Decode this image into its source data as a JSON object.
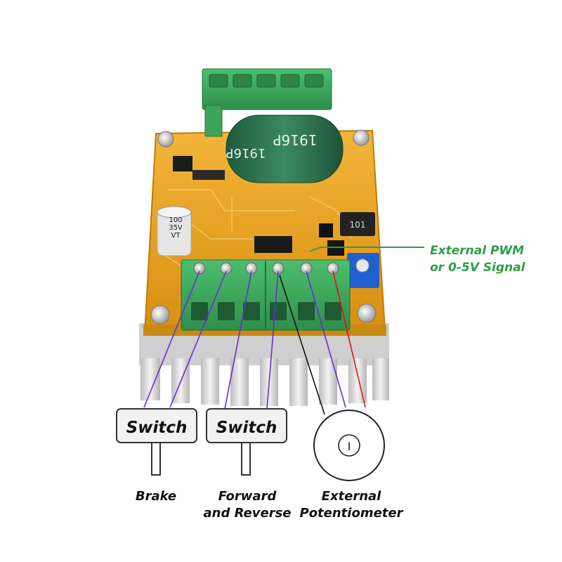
{
  "board": {
    "capacitor_large_text": "1916P",
    "capacitor_small_lines": [
      "100",
      "35V",
      "VT"
    ],
    "inductor_text": "101"
  },
  "callout": {
    "text_line1": "External PWM",
    "text_line2": "or 0-5V Signal",
    "color": "#2e9e47"
  },
  "switches": [
    {
      "label": "Switch"
    },
    {
      "label": "Switch"
    }
  ],
  "labels": {
    "brake": "Brake",
    "forward_line1": "Forward",
    "forward_line2": "and Reverse",
    "potentiometer_line1": "External",
    "potentiometer_line2": "Potentiometer"
  },
  "potentiometer_symbol": "I",
  "colors": {
    "pcb": "#e8a21c",
    "terminal": "#3aa55a",
    "wire_purple": "#6a2bd8",
    "wire_red": "#e01010",
    "wire_black": "#111111",
    "capacitor": "#2b6e4c",
    "heatsink": "#d9d9d9"
  }
}
